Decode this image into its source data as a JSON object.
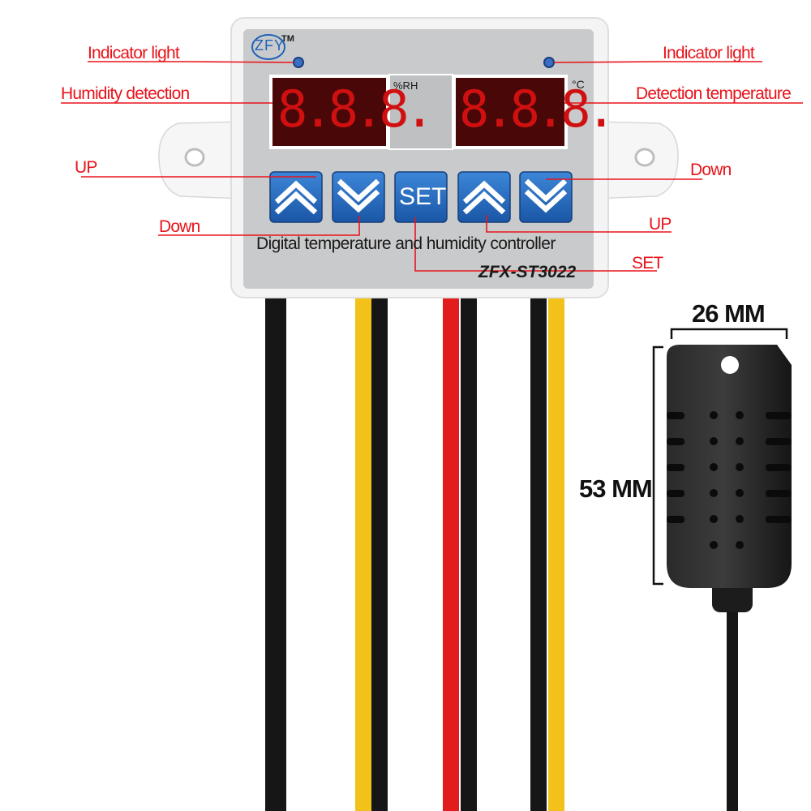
{
  "controller": {
    "brand_mark": "ZFY",
    "trademark": "TM",
    "humidity_unit": "%RH",
    "temperature_unit": "°C",
    "product_name": "Digital temperature and humidity controller",
    "model": "ZFX-ST3022",
    "set_button_label": "SET",
    "left_display_digits": "8.8.8.",
    "right_display_digits": "8.8.8."
  },
  "callouts": {
    "indicator_light_left": "Indicator light",
    "indicator_light_right": "Indicator light",
    "humidity_detection": "Humidity detection",
    "detection_temperature": "Detection temperature",
    "up_left": "UP",
    "down_left": "Down",
    "down_right": "Down",
    "up_right": "UP",
    "set": "SET"
  },
  "sensor": {
    "width_label": "26 MM",
    "height_label": "53 MM"
  },
  "colors": {
    "callout_red": "#e8141b",
    "button_blue": "#1f63b8",
    "panel_gray": "#c9cacb",
    "display_red": "#d01010",
    "wire_black": "#161616",
    "wire_yellow": "#f3c21a",
    "wire_red": "#e21c1c"
  },
  "icons": [
    "up-arrow-icon",
    "down-arrow-icon",
    "indicator-led-icon",
    "brand-logo-icon"
  ]
}
